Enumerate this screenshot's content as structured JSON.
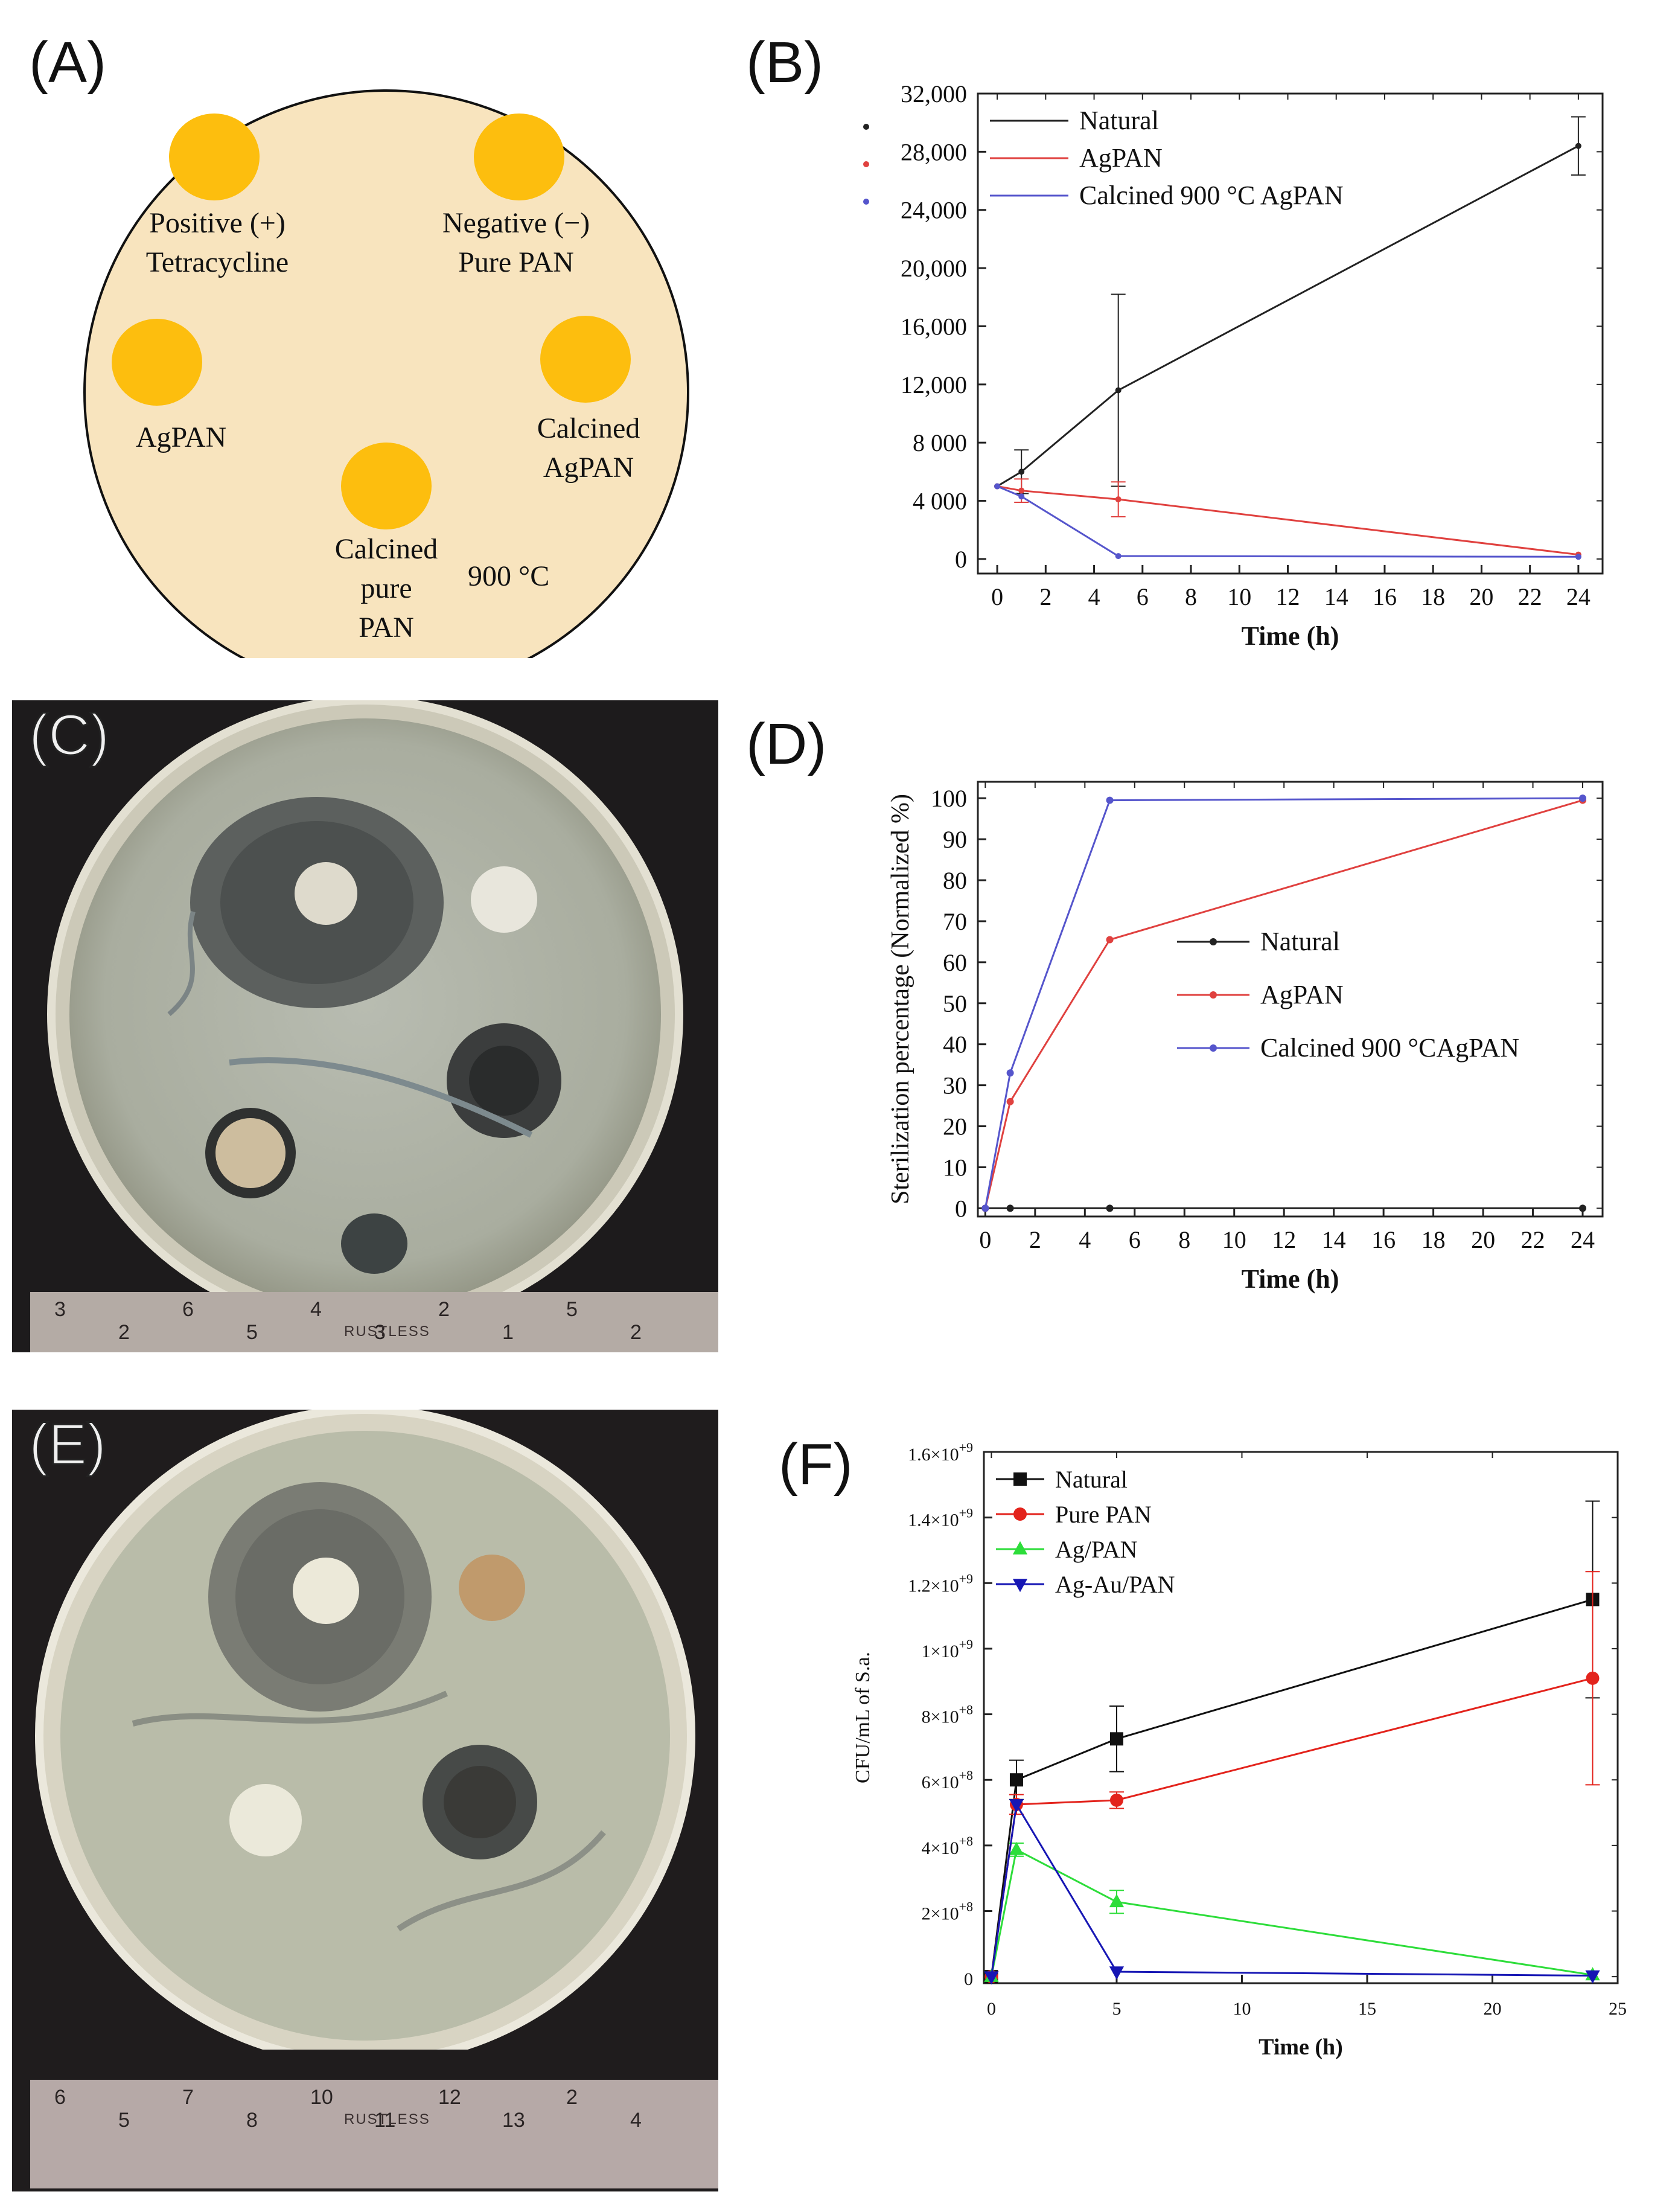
{
  "panels": {
    "A": "(A)",
    "B": "(B)",
    "C": "(C)",
    "D": "(D)",
    "E": "(E)",
    "F": "(F)"
  },
  "colors": {
    "disc": "#FDBE0E",
    "plate": "#F8E4BE",
    "natural": "#222222",
    "agpan": "#E0413F",
    "calcined": "#5555CC",
    "green": "#2DDD3A",
    "red": "#E3231C",
    "blue": "#1616B4"
  },
  "diagram_a": {
    "discs": [
      {
        "label1": "Positive (+)",
        "label2": "Tetracycline",
        "label3": ""
      },
      {
        "label1": "Negative (−)",
        "label2": "Pure PAN",
        "label3": ""
      },
      {
        "label1": "AgPAN",
        "label2": "",
        "label3": ""
      },
      {
        "label1": "Calcined",
        "label2": "AgPAN",
        "label3": ""
      },
      {
        "label1": "Calcined",
        "label2": "pure",
        "label3": "PAN"
      }
    ],
    "temp_note": "900 °C"
  },
  "chart_data": [
    {
      "id": "B",
      "type": "line",
      "title": "",
      "xlabel": "Time (h)",
      "ylabel": "",
      "xlim": [
        -0.8,
        25
      ],
      "ylim": [
        -1000,
        32000
      ],
      "xticks": [
        0,
        2,
        4,
        6,
        8,
        10,
        12,
        14,
        16,
        18,
        20,
        22,
        24
      ],
      "yticks": [
        0,
        4000,
        8000,
        12000,
        16000,
        20000,
        24000,
        28000,
        32000
      ],
      "ytick_labels": [
        "0",
        "4 000",
        "8 000",
        "12,000",
        "16,000",
        "20,000",
        "24,000",
        "28,000",
        "32,000"
      ],
      "legend_position": "top-left",
      "series": [
        {
          "name": "Natural",
          "color": "#222222",
          "x": [
            0,
            1,
            5,
            24
          ],
          "y": [
            5000,
            6000,
            11600,
            28400
          ],
          "err": [
            0,
            1500,
            6600,
            2000
          ]
        },
        {
          "name": "AgPAN",
          "color": "#E0413F",
          "x": [
            0,
            1,
            5,
            24
          ],
          "y": [
            5000,
            4700,
            4100,
            300
          ],
          "err": [
            0,
            800,
            1200,
            0
          ]
        },
        {
          "name": "Calcined 900 °C AgPAN",
          "color": "#5555CC",
          "x": [
            0,
            1,
            5,
            24
          ],
          "y": [
            5000,
            4300,
            200,
            150
          ],
          "err": [
            0,
            0,
            0,
            0
          ]
        }
      ]
    },
    {
      "id": "D",
      "type": "line",
      "title": "",
      "xlabel": "Time (h)",
      "ylabel": "Sterilization percentage (Normalized %)",
      "xlim": [
        -0.3,
        24.8
      ],
      "ylim": [
        -2,
        104
      ],
      "xticks": [
        0,
        2,
        4,
        6,
        8,
        10,
        12,
        14,
        16,
        18,
        20,
        22,
        24
      ],
      "yticks": [
        0,
        10,
        20,
        30,
        40,
        50,
        60,
        70,
        80,
        90,
        100
      ],
      "ytick_labels": [
        "0",
        "10",
        "20",
        "30",
        "40",
        "50",
        "60",
        "70",
        "80",
        "90",
        "100"
      ],
      "legend_position": "center-right",
      "series": [
        {
          "name": "Natural",
          "color": "#222222",
          "x": [
            0,
            1,
            5,
            24
          ],
          "y": [
            0,
            0,
            0,
            0
          ],
          "err": [
            0,
            0,
            0,
            0
          ]
        },
        {
          "name": "AgPAN",
          "color": "#E0413F",
          "x": [
            0,
            1,
            5,
            24
          ],
          "y": [
            0,
            26,
            65.5,
            99.5
          ],
          "err": [
            0,
            0,
            0,
            0
          ]
        },
        {
          "name": "Calcined 900 °CAgPAN",
          "color": "#5555CC",
          "x": [
            0,
            1,
            5,
            24
          ],
          "y": [
            0,
            33,
            99.5,
            100
          ],
          "err": [
            0,
            0,
            0,
            0
          ]
        }
      ]
    },
    {
      "id": "F",
      "type": "line",
      "title": "",
      "xlabel": "Time (h)",
      "ylabel": "CFU/mL of S.a.",
      "xlim": [
        -0.3,
        25
      ],
      "ylim": [
        -20000000,
        1600000000
      ],
      "xticks": [
        0,
        5,
        10,
        15,
        20,
        25
      ],
      "yticks": [
        0,
        200000000,
        400000000,
        600000000,
        800000000,
        1000000000,
        1200000000,
        1400000000,
        1600000000
      ],
      "ytick_labels": [
        "0",
        "2×10",
        "4×10",
        "6×10",
        "8×10",
        "1×10",
        "1.2×10",
        "1.4×10",
        "1.6×10"
      ],
      "ytick_exps": [
        "",
        "+8",
        "+8",
        "+8",
        "+8",
        "+9",
        "+9",
        "+9",
        "+9"
      ],
      "legend_position": "top-left",
      "series": [
        {
          "name": "Natural",
          "color": "#111111",
          "marker": "square",
          "x": [
            0,
            1,
            5,
            24
          ],
          "y": [
            0,
            600000000,
            725000000,
            1150000000
          ],
          "err": [
            0,
            60000000,
            100000000,
            300000000
          ]
        },
        {
          "name": "Pure PAN",
          "color": "#E3231C",
          "marker": "circle",
          "x": [
            0,
            1,
            5,
            24
          ],
          "y": [
            0,
            525000000,
            538000000,
            910000000
          ],
          "err": [
            0,
            30000000,
            25000000,
            325000000
          ]
        },
        {
          "name": "Ag/PAN",
          "color": "#2DDD3A",
          "marker": "triangle-up",
          "x": [
            0,
            1,
            5,
            24
          ],
          "y": [
            0,
            387000000,
            228000000,
            5000000
          ],
          "err": [
            0,
            20000000,
            35000000,
            0
          ]
        },
        {
          "name": "Ag-Au/PAN",
          "color": "#1616B4",
          "marker": "triangle-down",
          "x": [
            0,
            1,
            5,
            24
          ],
          "y": [
            0,
            525000000,
            15000000,
            3000000
          ],
          "err": [
            0,
            0,
            0,
            0
          ]
        }
      ]
    }
  ],
  "rulers": {
    "C": {
      "marks": [
        "3",
        "2",
        "6",
        "5",
        "4",
        "3",
        "2",
        "1",
        "5",
        "2"
      ],
      "brand": "RUSTLESS"
    },
    "E": {
      "marks": [
        "6",
        "5",
        "7",
        "8",
        "10",
        "11",
        "12",
        "13",
        "2",
        "4"
      ],
      "brand": "RUSTLESS"
    }
  }
}
